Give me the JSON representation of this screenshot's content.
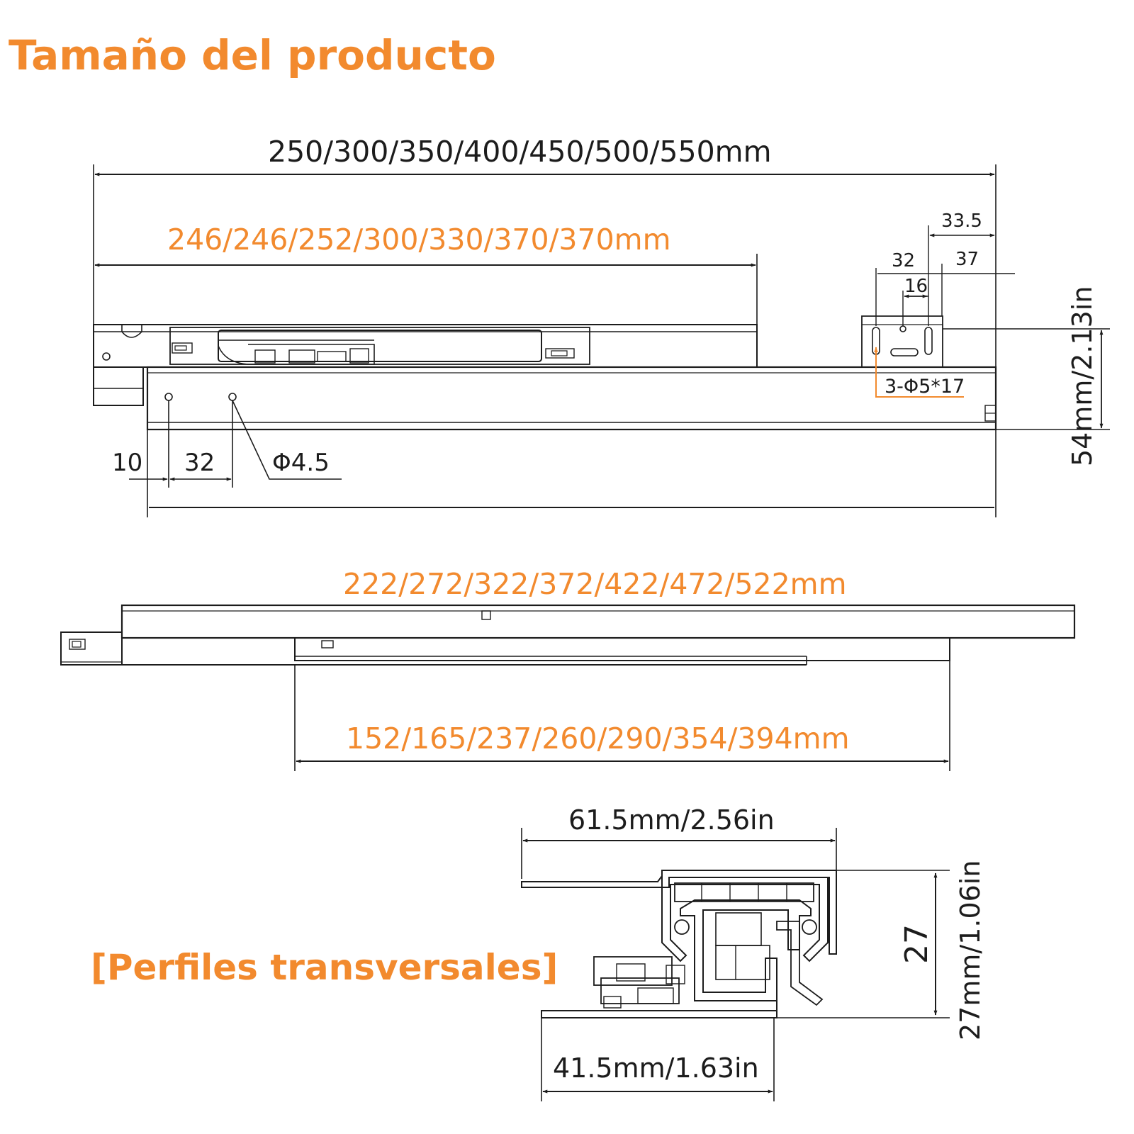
{
  "title": "Tamaño del producto",
  "section_label": "[Perfiles transversales]",
  "colors": {
    "accent": "#f28a2e",
    "line": "#1c1c1c",
    "background": "#ffffff"
  },
  "top_view": {
    "overall_length": "250/300/350/400/450/500/550mm",
    "body_length": "246/246/252/300/330/370/370mm",
    "bracket_dim_outer": "33.5",
    "bracket_dim_32": "32",
    "bracket_dim_37": "37",
    "bracket_dim_16": "16",
    "hole_spec": "3-Φ5*17",
    "height": "54mm/2.13in",
    "hole_offset": "10",
    "hole_spacing": "32",
    "hole_diameter": "Φ4.5"
  },
  "extended_view": {
    "rail_length": "222/272/322/372/422/472/522mm",
    "travel_length": "152/165/237/260/290/354/394mm"
  },
  "cross_section": {
    "width_total": "61.5mm/2.56in",
    "width_base": "41.5mm/1.63in",
    "height_short": "27",
    "height_full": "27mm/1.06in"
  }
}
